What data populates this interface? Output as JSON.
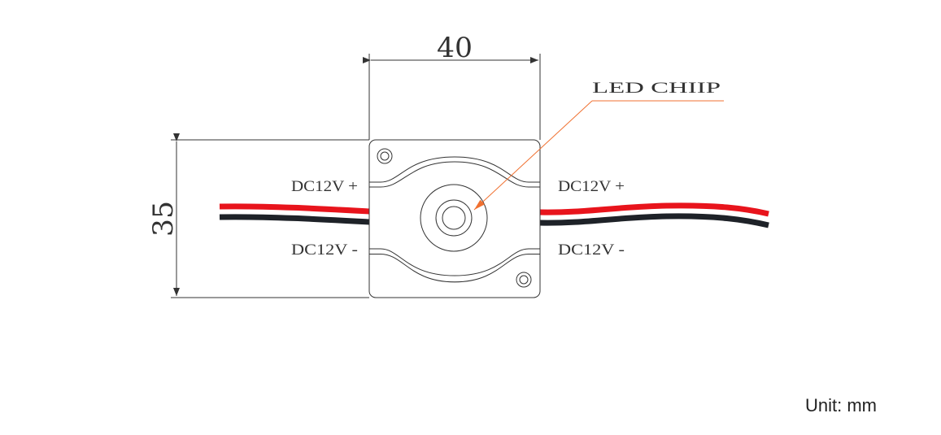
{
  "dimensions": {
    "width": "40",
    "height": "35"
  },
  "callout": {
    "label": "LED CHIIP"
  },
  "wires": {
    "left_positive": "DC12V +",
    "left_negative": "DC12V -",
    "right_positive": "DC12V +",
    "right_negative": "DC12V -"
  },
  "unit_label": "Unit: mm",
  "colors": {
    "wire_positive": "#e8141c",
    "wire_negative": "#1e2228",
    "callout": "#f07030",
    "line": "#333333"
  }
}
